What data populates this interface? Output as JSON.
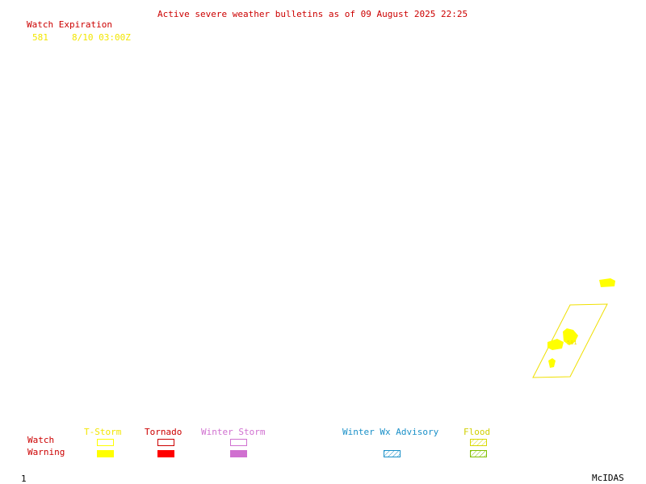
{
  "title": "Active severe weather bulletins as of 09 August 2025 22:25",
  "watch_table": {
    "header": "Watch Expiration",
    "rows": [
      {
        "watch": "581",
        "expiration": "8/10 03:00Z"
      }
    ]
  },
  "map": {
    "watch_label": "581"
  },
  "legend": {
    "row_watch": "Watch",
    "row_warning": "Warning",
    "tstorm": "T-Storm",
    "tornado": "Tornado",
    "winter_storm": "Winter Storm",
    "winter_wx_advisory": "Winter Wx Advisory",
    "flood": "Flood"
  },
  "footer": {
    "frame_number": "1",
    "brand": "McIDAS"
  },
  "colors": {
    "title": "#cc0000",
    "tstorm": "#ffff00",
    "tornado": "#ff0000",
    "winter_storm": "#d070d0",
    "winter_wx_advisory": "#1a90c8",
    "flood": "#80c000"
  }
}
